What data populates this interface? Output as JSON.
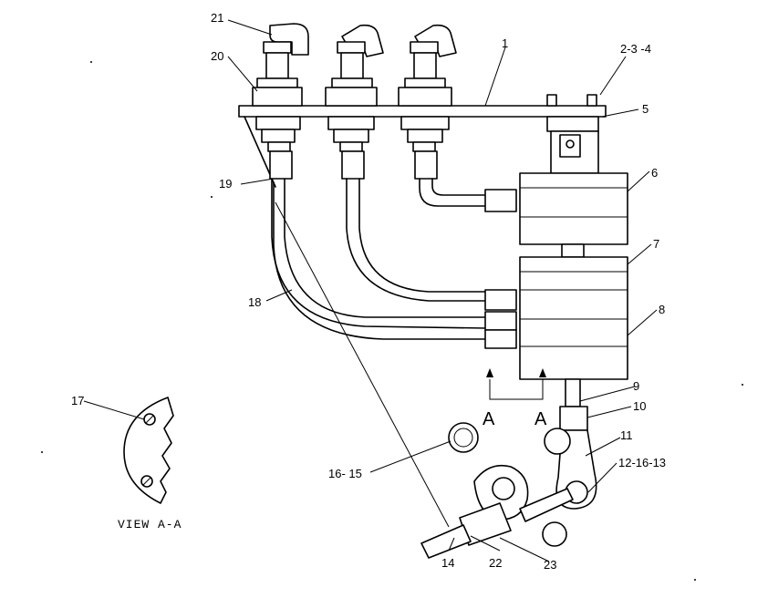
{
  "callouts": {
    "c1": "1",
    "c234": "2-3 -4",
    "c5": "5",
    "c6": "6",
    "c7": "7",
    "c8": "8",
    "c9": "9",
    "c10": "10",
    "c11": "11",
    "c121613": "12-16-13",
    "c14": "14",
    "c1615": "16- 15",
    "c17": "17",
    "c18": "18",
    "c19": "19",
    "c20": "20",
    "c21": "21",
    "c22": "22",
    "c23": "23"
  },
  "section_marks": {
    "left": "A",
    "right": "A"
  },
  "view_caption": "VIEW A-A"
}
